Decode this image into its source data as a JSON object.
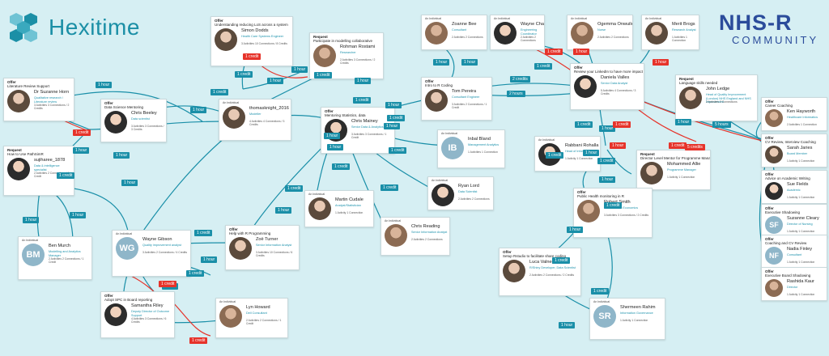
{
  "logos": {
    "hexitime": "Hexitime",
    "nhsr_top": "NHS-R",
    "nhsr_bottom": "COMMUNITY",
    "colors": {
      "teal": "#1b8fa6",
      "red": "#e6332a",
      "nhs_blue": "#2b4c9b"
    }
  },
  "cards": [
    {
      "kind": "Offer",
      "title": "Literature Review Support",
      "name": "Dr Suzanne Horn",
      "role": "Qualitative research / Literature review",
      "meta": "3 Activities 3 Connections / 2 Credits"
    },
    {
      "kind": "Offer",
      "title": "Data Science Mentoring",
      "name": "Chris Beeley",
      "role": "Data scientist",
      "meta": "3 Activities 3 Connections / 3 Credits"
    },
    {
      "kind": "Offer",
      "title": "Understanding reducing LoS across a system",
      "name": "Simon Dodds",
      "role": "Health Care Systems Engineer",
      "meta": "3 Activities 10 Connections / 8 Credits"
    },
    {
      "kind": "Request",
      "title": "Participate in modelling collaborative",
      "name": "Rohman Rostami",
      "role": "Researcher",
      "meta": "2 Activities 3 Connections / 2 Credits"
    },
    {
      "who": "An Individual",
      "name": "thomasknight_2016",
      "role": "Modeller",
      "meta": "4 Activities 4 Connections / 3 Credits"
    },
    {
      "kind": "Offer",
      "title": "Mentoring Statistics, data",
      "name": "Chris Mainey",
      "role": "Senior Data & Analytics",
      "meta": "3 Activities 3 Connections / 1 Credit"
    },
    {
      "who": "An Individual",
      "name": "Zoanne Bee",
      "role": "Consultant",
      "meta": "2 Activities 2 Connections"
    },
    {
      "kind": "Offer",
      "title": "Intro to R Coding",
      "name": "Tom Pereira",
      "role": "Consultant Engineer",
      "meta": "3 Activities 2 Connections / 1 Credit"
    },
    {
      "who": "An Individual",
      "name": "Wayne Chang",
      "role": "Engineering Coordinator",
      "meta": "2 Activities 2 Connections"
    },
    {
      "who": "An Individual",
      "name": "Ogemma Onwuilegwo",
      "role": "Nurse",
      "meta": "2 Activities 2 Connections"
    },
    {
      "who": "An Individual",
      "name": "Merit Brogs",
      "role": "Research Analyst",
      "meta": "1 Activities 1 Connection"
    },
    {
      "kind": "Offer",
      "title": "Review your LinkedIn to have more impact",
      "name": "Daniela Valles",
      "role": "Senior Data Analyst",
      "meta": "5 Activities 4 Connections / 3 Credits"
    },
    {
      "kind": "Request",
      "title": "Language skills needed",
      "name": "John Ledge",
      "role": "Head of Quality Improvement (London) NHS England and NHS Improvement",
      "meta": "2 Activities 2 Connections"
    },
    {
      "kind": "Offer",
      "title": "Career Coaching",
      "name": "Ken Hayworth",
      "role": "Healthcare Informatics",
      "meta": "2 Activities 1 Connection"
    },
    {
      "kind": "Offer",
      "title": "CV Review, Interview Coaching",
      "name": "Sarah Jaries",
      "role": "Board Member",
      "meta": "1 Activity 1 Connection"
    },
    {
      "kind": "Offer",
      "title": "Advice on Academic Writing",
      "name": "Sue Fields",
      "role": "Academic",
      "meta": "1 Activity 1 Connection"
    },
    {
      "kind": "Offer",
      "title": "Executive Shadowing",
      "name": "Suzanne Cleary",
      "role": "Director of Nursing",
      "meta": "1 Activity 1 Connection"
    },
    {
      "kind": "Offer",
      "title": "Coaching and CV Review",
      "name": "Nadia Finley",
      "role": "Consultant",
      "meta": "1 Activity 1 Connection"
    },
    {
      "kind": "Offer",
      "title": "Executive Board Shadowing",
      "name": "Rashida Kaur",
      "role": "Director",
      "meta": "1 Activity 1 Connection"
    },
    {
      "who": "An Individual",
      "name": "Inbal Bland",
      "role": "Management Analytics",
      "meta": "1 Activities 1 Connection"
    },
    {
      "who": "An Individual",
      "name": "Ryan Lord",
      "role": "Data Scientist",
      "meta": "2 Activities 2 Connections"
    },
    {
      "who": "An Individual",
      "name": "Martin Cudale",
      "role": "Analyst/Statistician",
      "meta": "1 Activity 1 Connection"
    },
    {
      "who": "An Individual",
      "name": "Chris Reading",
      "role": "Senior Information Analyst",
      "meta": "2 Activities 2 Connections"
    },
    {
      "who": "An Individual",
      "name": "Rabbani Rohalla",
      "role": "Head of Informatics",
      "meta": "1 Activity 1 Connection"
    },
    {
      "kind": "Request",
      "title": "Director Level Mentor for Programme Manager",
      "name": "Mohammed Allie",
      "role": "Programme Manager",
      "meta": "1 Activity 1 Connection"
    },
    {
      "kind": "Offer",
      "title": "Public Health monitoring in R",
      "name": "Robert Smith",
      "role": "Public Health Economics",
      "meta": "3 Activities 3 Connections / 2 Credits"
    },
    {
      "kind": "Request",
      "title": "How to Use PathSimR",
      "name": "sujiharee_1878",
      "role": "Data & intelligence specialist",
      "meta": "2 Activities 2 Connections / 1 Credit"
    },
    {
      "who": "An Individual",
      "name": "Ben Murch",
      "role": "Modelling and Analytics Manager",
      "meta": "2 Activities 2 Connections / 1 Credit"
    },
    {
      "who": "An Individual",
      "name": "Wayne Gibson",
      "role": "Quality improvement analyst",
      "meta": "3 Activities 2 Connections / 4 Credits"
    },
    {
      "kind": "Offer",
      "title": "Help with R Programming",
      "name": "Zoë Turner",
      "role": "Senior Information Analyst",
      "meta": "3 Activities 10 Connections / 6 Credits"
    },
    {
      "kind": "Offer",
      "title": "Adopt SPC in Board reporting",
      "name": "Samantha Riley",
      "role": "Deputy Director of Outcome Support",
      "meta": "4 Activities 3 Connections / 6 Credits"
    },
    {
      "who": "An Individual",
      "name": "Lyn Howard",
      "role": "Dell Consultant",
      "meta": "2 Activities 2 Connections / 1 Credit"
    },
    {
      "kind": "Offer",
      "title": "Setup Rstudio to facilitate share coding",
      "name": "Luca Valnegri",
      "role": "R/Shiny Developer, Data Scientist",
      "meta": "2 Activities 2 Connections / 2 Credits"
    },
    {
      "who": "An Individual",
      "name": "Shermeen Rahim",
      "role": "Information Governance",
      "meta": "1 Activity 1 Connection"
    }
  ],
  "pills": [
    {
      "t": "1 hour",
      "c": "teal"
    },
    {
      "t": "1 credit",
      "c": "red"
    },
    {
      "t": "1 hour",
      "c": "teal"
    },
    {
      "t": "1 credit",
      "c": "teal"
    },
    {
      "t": "1 hour",
      "c": "teal"
    },
    {
      "t": "1 credit",
      "c": "red"
    },
    {
      "t": "1 credit",
      "c": "teal"
    },
    {
      "t": "1 hour",
      "c": "teal"
    },
    {
      "t": "1 credit",
      "c": "teal"
    },
    {
      "t": "1 hour",
      "c": "teal"
    },
    {
      "t": "1 credit",
      "c": "teal"
    },
    {
      "t": "1 hour",
      "c": "teal"
    },
    {
      "t": "1 credit",
      "c": "teal"
    },
    {
      "t": "1 hour",
      "c": "teal"
    },
    {
      "t": "1 hour",
      "c": "teal"
    },
    {
      "t": "1 credit",
      "c": "teal"
    },
    {
      "t": "1 hour",
      "c": "teal"
    },
    {
      "t": "1 credit",
      "c": "teal"
    },
    {
      "t": "1 credit",
      "c": "teal"
    },
    {
      "t": "2 credits",
      "c": "teal"
    },
    {
      "t": "2 hours",
      "c": "teal"
    },
    {
      "t": "1 credit",
      "c": "red"
    },
    {
      "t": "1 hour",
      "c": "red"
    },
    {
      "t": "1 hour",
      "c": "teal"
    },
    {
      "t": "1 hour",
      "c": "teal"
    },
    {
      "t": "1 credit",
      "c": "teal"
    },
    {
      "t": "1 hour",
      "c": "red"
    },
    {
      "t": "1 credit",
      "c": "teal"
    },
    {
      "t": "1 hour",
      "c": "teal"
    },
    {
      "t": "1 credit",
      "c": "red"
    },
    {
      "t": "1 hour",
      "c": "red"
    },
    {
      "t": "1 credit",
      "c": "red"
    },
    {
      "t": "1 hour",
      "c": "teal"
    },
    {
      "t": "5 hours",
      "c": "teal"
    },
    {
      "t": "5 credits",
      "c": "red"
    },
    {
      "t": "1 credit",
      "c": "teal"
    },
    {
      "t": "1 hour",
      "c": "teal"
    },
    {
      "t": "1 credit",
      "c": "teal"
    },
    {
      "t": "1 hour",
      "c": "teal"
    },
    {
      "t": "1 credit",
      "c": "teal"
    },
    {
      "t": "1 hour",
      "c": "teal"
    },
    {
      "t": "1 credit",
      "c": "teal"
    },
    {
      "t": "1 hour",
      "c": "teal"
    },
    {
      "t": "1 credit",
      "c": "teal"
    },
    {
      "t": "1 credit",
      "c": "teal"
    },
    {
      "t": "1 hour",
      "c": "teal"
    },
    {
      "t": "1 hour",
      "c": "teal"
    },
    {
      "t": "1 credit",
      "c": "teal"
    },
    {
      "t": "1 credit",
      "c": "teal"
    },
    {
      "t": "1 hour",
      "c": "teal"
    },
    {
      "t": "1 credit",
      "c": "red"
    },
    {
      "t": "1 hour",
      "c": "teal"
    },
    {
      "t": "1 credit",
      "c": "red"
    },
    {
      "t": "1 hour",
      "c": "teal"
    },
    {
      "t": "1 hour",
      "c": "teal"
    },
    {
      "t": "1 credit",
      "c": "teal"
    },
    {
      "t": "1 hour",
      "c": "teal"
    },
    {
      "t": "1 hour",
      "c": "teal"
    }
  ],
  "initials": {
    "ib": "IB",
    "bm": "BM",
    "wg": "WG",
    "sr": "SR",
    "sf": "SF",
    "nf": "NF"
  }
}
